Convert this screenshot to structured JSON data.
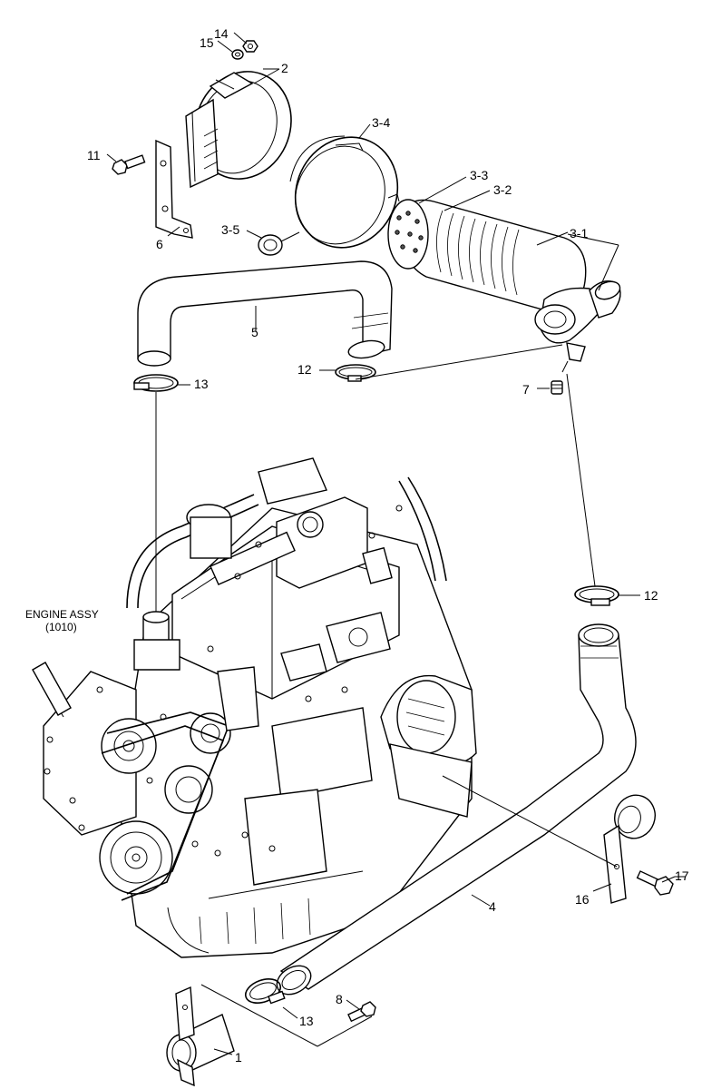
{
  "labels": {
    "p1": "1",
    "p2": "2",
    "p3_1": "3-1",
    "p3_2": "3-2",
    "p3_3": "3-3",
    "p3_4": "3-4",
    "p3_5": "3-5",
    "p4": "4",
    "p5": "5",
    "p6": "6",
    "p7": "7",
    "p8": "8",
    "p11": "11",
    "p12a": "12",
    "p12b": "12",
    "p13a": "13",
    "p13b": "13",
    "p14": "14",
    "p15": "15",
    "p16": "16",
    "p17": "17",
    "engine_line1": "ENGINE ASSY",
    "engine_line2": "(1010)"
  }
}
